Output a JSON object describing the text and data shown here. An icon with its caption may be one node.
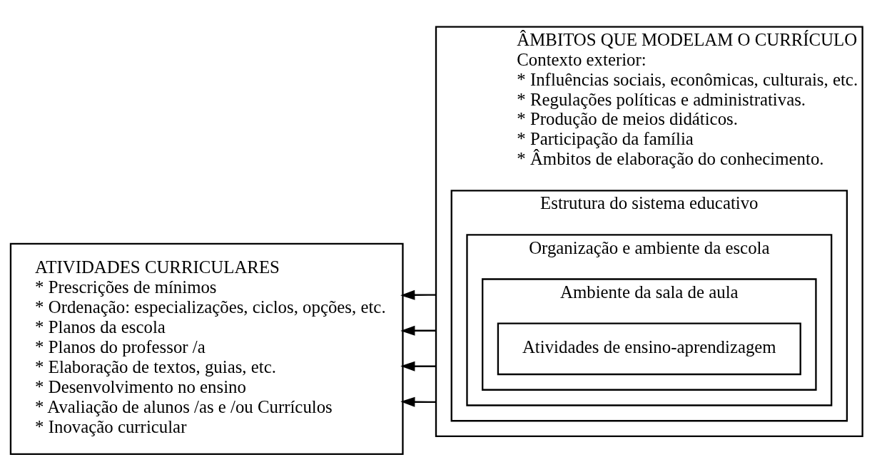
{
  "diagram": {
    "nodes": [
      {
        "text": [
          "ATIVIDADES CURRICULARES",
          "* Prescrições de mínimos",
          "* Ordenação: especializações, ciclos, opções, etc.",
          "* Planos da escola",
          "* Planos do professor /a",
          "* Elaboração de textos, guias, etc.",
          "* Desenvolvimento no ensino",
          "* Avaliação de alunos /as e /ou Currículos",
          "* Inovação curricular"
        ]
      },
      {
        "text": [
          "ÂMBITOS QUE MODELAM O CURRÍCULO",
          "Contexto exterior:",
          "* Influências sociais, econômicas, culturais, etc.",
          "* Regulações políticas e administrativas.",
          "* Produção de meios didáticos.",
          "* Participação da família",
          "* Âmbitos de elaboração do conhecimento."
        ]
      },
      {
        "text": [
          "Estrutura do sistema educativo"
        ],
        "in": 1
      },
      {
        "text": [
          "Organização e ambiente da escola"
        ],
        "in": 2
      },
      {
        "text": [
          "Ambiente da sala de aula"
        ],
        "in": 3
      },
      {
        "text": [
          "Atividades de ensino-aprendizagem"
        ],
        "in": 4
      }
    ],
    "edges": [
      {
        "from": 1,
        "to": 0,
        "arrow": "to"
      },
      {
        "from": 1,
        "to": 0,
        "arrow": "to"
      },
      {
        "from": 1,
        "to": 0,
        "arrow": "to"
      },
      {
        "from": 1,
        "to": 0,
        "arrow": "to"
      }
    ]
  }
}
